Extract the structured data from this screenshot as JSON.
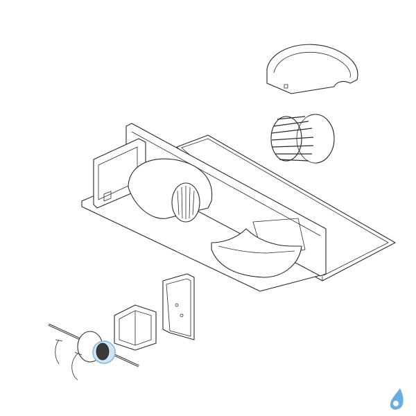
{
  "diagram": {
    "kind": "exploded-parts-view",
    "parts": [
      "blower-cover",
      "blower-wheel",
      "base-tray",
      "housing-panel",
      "blower-scroll-left",
      "blower-scroll-right",
      "control-bracket-plate",
      "motor-mount",
      "motor-with-shaft",
      "mounting-clips"
    ],
    "highlight_color": "#7fb6e0",
    "line_color": "#2a2a2a"
  },
  "logo": {
    "icon": "water-drop-icon",
    "color": "#6aaee0"
  }
}
